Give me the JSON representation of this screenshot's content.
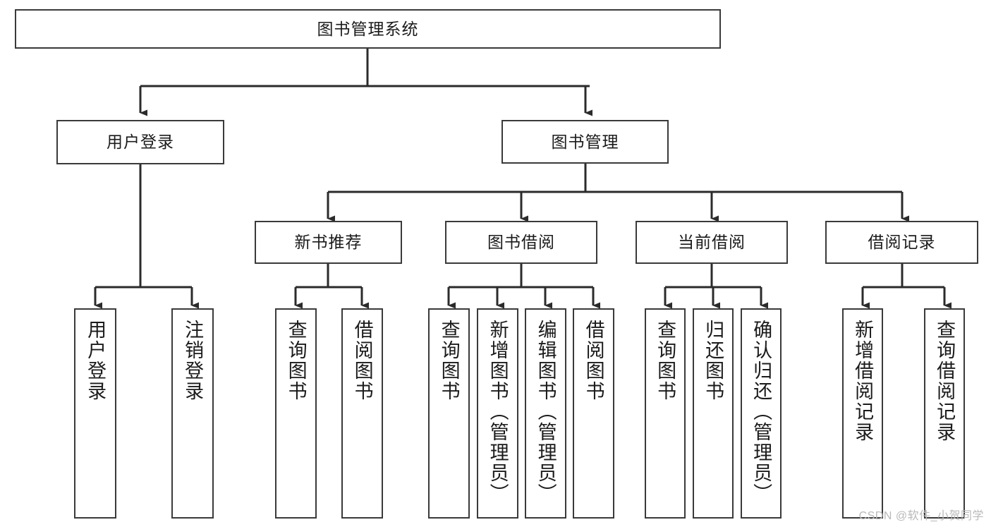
{
  "diagram": {
    "title": "图书管理系统",
    "type": "hierarchy-tree",
    "watermark": "CSDN @软件_小贺同学",
    "style": {
      "box_border": "#3a3a3a",
      "box_fill": "#ffffff",
      "connector": "#2b2b2b",
      "text": "#1b1b1b",
      "background": "#ffffff"
    },
    "nodes": {
      "root": {
        "label": "图书管理系统"
      },
      "level2": [
        {
          "label": "用户登录"
        },
        {
          "label": "图书管理"
        }
      ],
      "level3": [
        {
          "label": "新书推荐"
        },
        {
          "label": "图书借阅"
        },
        {
          "label": "当前借阅"
        },
        {
          "label": "借阅记录"
        }
      ],
      "leaves": {
        "user_login": [
          {
            "label": "用户登录"
          },
          {
            "label": "注销登录"
          }
        ],
        "new_book_recommend": [
          {
            "label": "查询图书"
          },
          {
            "label": "借阅图书"
          }
        ],
        "book_borrow": [
          {
            "label": "查询图书"
          },
          {
            "label": "新增图书（管理员）"
          },
          {
            "label": "编辑图书（管理员）"
          },
          {
            "label": "借阅图书"
          }
        ],
        "current_borrow": [
          {
            "label": "查询图书"
          },
          {
            "label": "归还图书"
          },
          {
            "label": "确认归还（管理员）"
          }
        ],
        "borrow_record": [
          {
            "label": "新增借阅记录"
          },
          {
            "label": "查询借阅记录"
          }
        ]
      }
    }
  }
}
